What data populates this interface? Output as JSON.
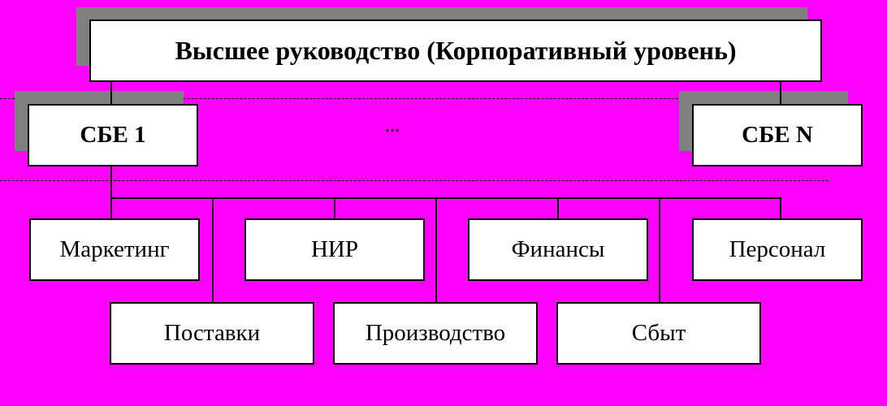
{
  "diagram": {
    "top": "Высшее руководство (Корпоративный уровень)",
    "sbe_first": "СБЕ 1",
    "sbe_last": "СБЕ N",
    "ellipsis": "…",
    "functions_row1": [
      "Маркетинг",
      "НИР",
      "Финансы",
      "Персонал"
    ],
    "functions_row2": [
      "Поставки",
      "Производство",
      "Сбыт"
    ]
  },
  "colors": {
    "background": "#ff00ff",
    "box_fill": "#ffffff",
    "shadow": "#808080",
    "line": "#000000"
  }
}
